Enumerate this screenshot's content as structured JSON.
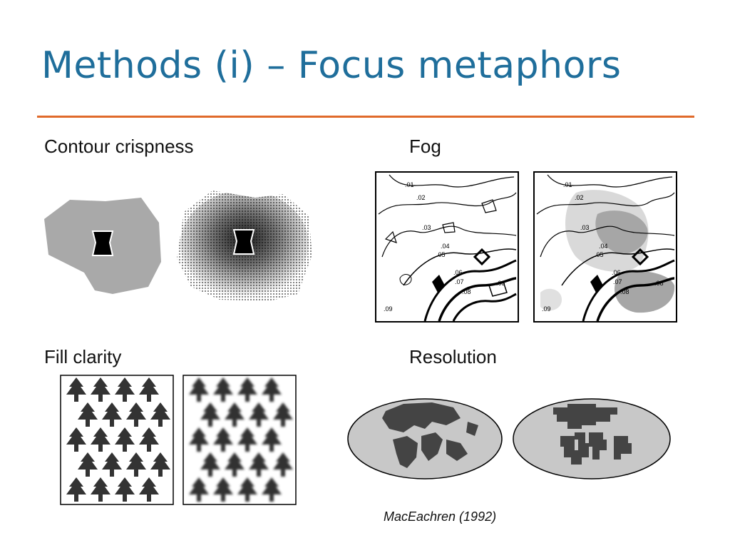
{
  "slide": {
    "title": "Methods (i) – Focus metaphors",
    "citation": "MacEachren (1992)"
  },
  "panels": {
    "contour": {
      "label": "Contour crispness"
    },
    "fog": {
      "label": "Fog",
      "contour_labels": [
        ".01",
        ".02",
        ".03",
        ".04",
        ".05",
        ".06",
        ".07",
        ".08",
        ".08",
        ".09"
      ]
    },
    "fill": {
      "label": "Fill clarity"
    },
    "resolution": {
      "label": "Resolution"
    }
  },
  "colors": {
    "title": "#1f6e9b",
    "rule": "#e06a2a",
    "gray_fill": "#a9a9a9",
    "dark": "#333333",
    "globe": "#c8c8c8"
  }
}
